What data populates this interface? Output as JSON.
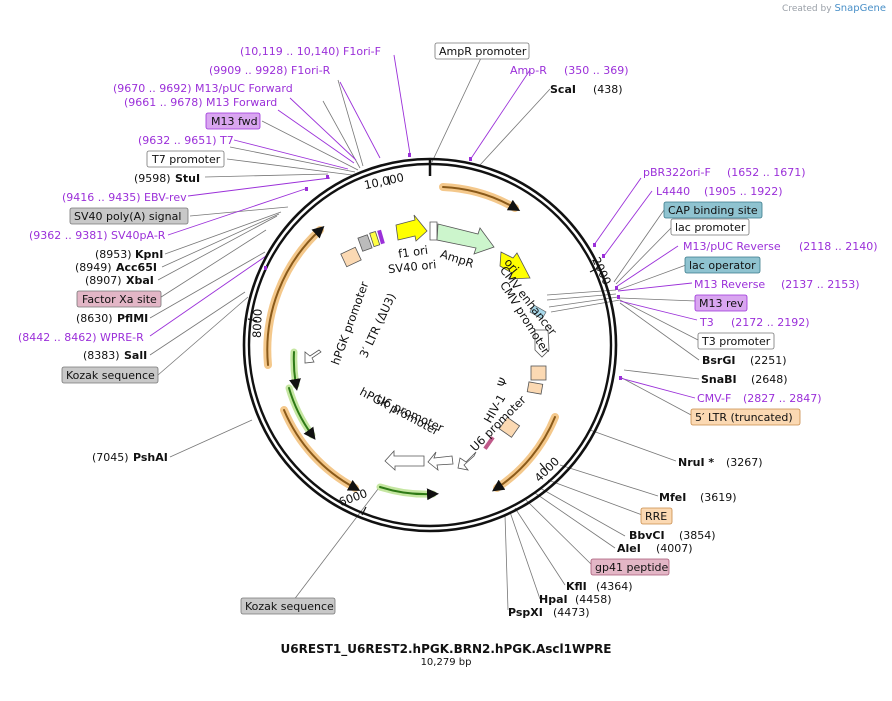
{
  "brand": {
    "created_by": "Created by",
    "name": "SnapGene"
  },
  "plasmid": {
    "name": "U6REST1_U6REST2.hPGK.BRN2.hPGK.Ascl1WPRE",
    "size": "10,279 bp"
  },
  "ticks": {
    "t2000": "2000",
    "t4000": "4000",
    "t6000": "6000",
    "t8000": "8000",
    "t10000": "10,000"
  },
  "left_labels": {
    "f1ori_f": "(10,119 .. 10,140)  F1ori-F",
    "f1ori_r": "(9909 .. 9928)  F1ori-R",
    "m13_puc_fwd": "(9670 .. 9692)  M13/pUC Forward",
    "m13_fwd_prim": "(9661 .. 9678)  M13 Forward",
    "m13_fwd_box": "M13 fwd",
    "t7": "(9632 .. 9651)  T7",
    "t7_promoter": "T7 promoter",
    "stui_pos": "(9598)",
    "stui": "StuI",
    "ebv_rev": "(9416 .. 9435)  EBV-rev",
    "sv40_polya": "SV40 poly(A) signal",
    "sv40pa_r": "(9362 .. 9381)  SV40pA-R",
    "kpni_pos": "(8953)",
    "kpni": "KpnI",
    "acc65i_pos": "(8949)",
    "acc65i": "Acc65I",
    "xbai_pos": "(8907)",
    "xbai": "XbaI",
    "factor_xa": "Factor Xa site",
    "pflmi_pos": "(8630)",
    "pflmi": "PflMI",
    "wpre_r": "(8442 .. 8462)  WPRE-R",
    "sali_pos": "(8383)",
    "sali": "SalI",
    "kozak1": "Kozak sequence",
    "pshai_pos": "(7045)",
    "pshai": "PshAI",
    "kozak2": "Kozak sequence"
  },
  "top_labels": {
    "ampr_promoter": "AmpR promoter",
    "amp_r": "Amp-R",
    "amp_r_pos": "(350 .. 369)",
    "scai": "ScaI",
    "scai_pos": "(438)"
  },
  "right_labels": {
    "pbr322ori_f": "pBR322ori-F",
    "pbr322ori_f_pos": "(1652 .. 1671)",
    "l4440": "L4440",
    "l4440_pos": "(1905 .. 1922)",
    "cap_binding": "CAP binding site",
    "lac_promoter": "lac promoter",
    "m13_puc_rev": "M13/pUC Reverse",
    "m13_puc_rev_pos": "(2118 .. 2140)",
    "lac_operator": "lac operator",
    "m13_reverse": "M13 Reverse",
    "m13_reverse_pos": "(2137 .. 2153)",
    "m13_rev_box": "M13 rev",
    "t3": "T3",
    "t3_pos": "(2172 .. 2192)",
    "t3_promoter": "T3 promoter",
    "bsrgi": "BsrGI",
    "bsrgi_pos": "(2251)",
    "snabi": "SnaBI",
    "snabi_pos": "(2648)",
    "cmv_f": "CMV-F",
    "cmv_f_pos": "(2827 .. 2847)",
    "ltr5": "5′ LTR (truncated)",
    "nrui": "NruI *",
    "nrui_pos": "(3267)",
    "mfei": "MfeI",
    "mfei_pos": "(3619)",
    "rre": "RRE",
    "bbvci": "BbvCI",
    "bbvci_pos": "(3854)",
    "alei": "AleI",
    "alei_pos": "(4007)",
    "gp41": "gp41 peptide",
    "kfli": "KflI",
    "kfli_pos": "(4364)",
    "hpai": "HpaI",
    "hpai_pos": "(4458)",
    "pspxi": "PspXI",
    "pspxi_pos": "(4473)"
  },
  "inner_labels": {
    "f1_ori": "f1 ori",
    "sv40_ori": "SV40 ori",
    "ampr": "AmpR",
    "ori": "ori",
    "cmv_enhancer": "CMV enhancer",
    "cmv_promoter": "CMV promoter",
    "psi": "Ψ",
    "hiv1": "HIV-1",
    "u6_promoter_r": "U6 promoter",
    "u6_promoter_l": "U6 promoter",
    "hpgk_promoter_l": "hPGK promoter",
    "hpgk_promoter_side": "hPGK promoter",
    "ltr3": "3′ LTR (ΔU3)"
  },
  "colors": {
    "primer": "#9b30d9",
    "feature_orange": "#e8a23c",
    "feature_green": "#3e9a1e",
    "cap_box": "#8fc3d0",
    "m13_box": "#d9a6f0",
    "gray_box": "#c8c8c8",
    "pink_box": "#e3b6c6",
    "ltr_box": "#fbd9b3"
  }
}
